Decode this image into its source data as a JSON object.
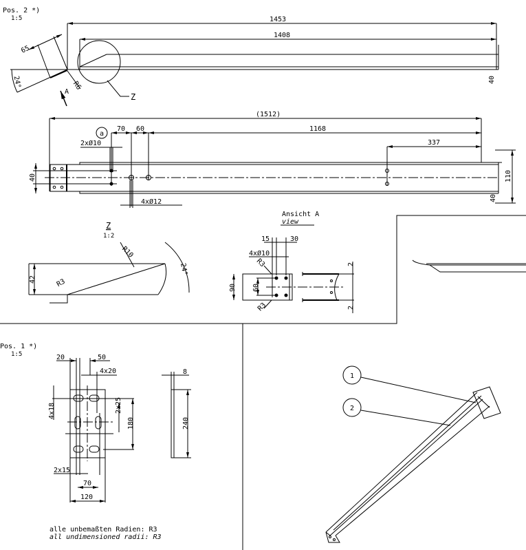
{
  "pos2": {
    "label": "Pos. 2 *)",
    "scale": "1:5",
    "dims": {
      "d1453": "1453",
      "d1408": "1408",
      "d65": "65",
      "d24": "24°",
      "r6": "R6",
      "d40": "40",
      "view_a": "A",
      "detail_z": "Z"
    }
  },
  "middle_view": {
    "dims": {
      "d1512": "(1512)",
      "d70": "70",
      "d60": "60",
      "d1168": "1168",
      "d337": "337",
      "holes10": "2xØ10",
      "holes12": "4xØ12",
      "d40_left": "40",
      "d110": "110",
      "d40_right": "40",
      "balloon_a": "a"
    }
  },
  "detail_z": {
    "title": "Z",
    "scale": "1:2",
    "r10": "R10",
    "r3": "R3",
    "d42": "42",
    "angle": "24°"
  },
  "view_a": {
    "title": "Ansicht A",
    "subtitle": "view",
    "d15": "15",
    "d30": "30",
    "holes": "4xØ10",
    "r3_top": "R3",
    "r3_bottom": "R3",
    "d90": "90",
    "d60": "60",
    "t2_top": "2",
    "t2_bottom": "2"
  },
  "pos1": {
    "label": "Pos. 1 *)",
    "scale": "1:5",
    "dims": {
      "d20": "20",
      "d50": "50",
      "slots4x20": "4x20",
      "slots4x18": "4x18",
      "d2x25": "2x25",
      "d180": "180",
      "d2x15": "2x15",
      "d70": "70",
      "d120": "120",
      "d8": "8",
      "d240": "240"
    },
    "note_de": "alle unbemaßten Radien: R3",
    "note_en": "all undimensioned radii: R3"
  },
  "assembly": {
    "balloon1": "1",
    "balloon2": "2"
  }
}
